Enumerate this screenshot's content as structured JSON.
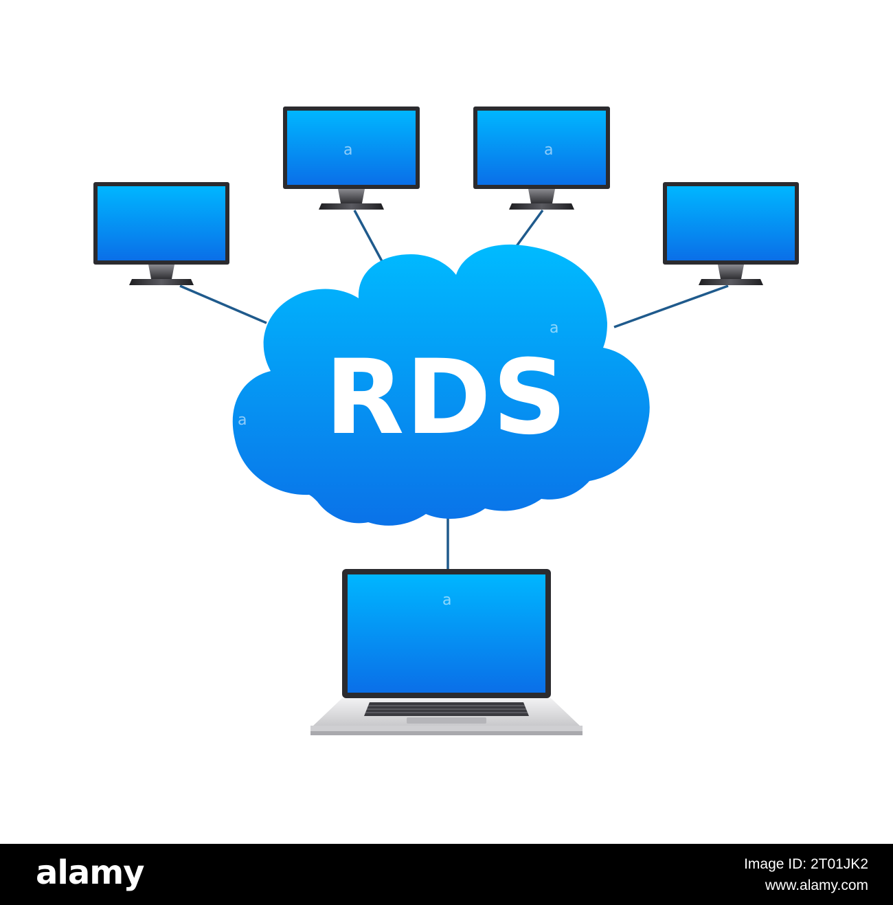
{
  "diagram": {
    "center_label": "RDS",
    "watermark_glyph": "a",
    "colors": {
      "screen_top": "#00b6ff",
      "screen_bottom": "#0a6fe8",
      "cloud_top": "#00bbff",
      "cloud_bottom": "#0a72e8",
      "bezel": "#2b2b2f",
      "connector": "#1f5a8c"
    },
    "nodes": [
      {
        "name": "monitor-top-left",
        "kind": "desktop-monitor"
      },
      {
        "name": "monitor-upper-left",
        "kind": "desktop-monitor"
      },
      {
        "name": "monitor-upper-right",
        "kind": "desktop-monitor"
      },
      {
        "name": "monitor-top-right",
        "kind": "desktop-monitor"
      },
      {
        "name": "laptop-bottom",
        "kind": "laptop"
      }
    ],
    "hub": {
      "name": "rds-cloud",
      "label": "RDS"
    }
  },
  "footer": {
    "brand": "alamy",
    "image_id_line": "Image ID: 2T01JK2",
    "url": "www.alamy.com"
  }
}
